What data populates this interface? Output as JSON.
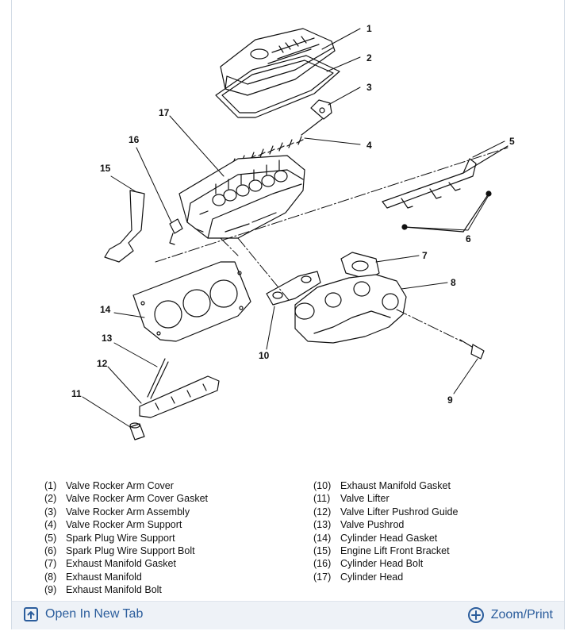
{
  "callouts": [
    "1",
    "2",
    "3",
    "4",
    "5",
    "6",
    "7",
    "8",
    "9",
    "10",
    "11",
    "12",
    "13",
    "14",
    "15",
    "16",
    "17"
  ],
  "legend_left": [
    {
      "num": "(1)",
      "label": "Valve Rocker Arm Cover"
    },
    {
      "num": "(2)",
      "label": "Valve Rocker Arm Cover Gasket"
    },
    {
      "num": "(3)",
      "label": "Valve Rocker Arm Assembly"
    },
    {
      "num": "(4)",
      "label": "Valve Rocker Arm Support"
    },
    {
      "num": "(5)",
      "label": "Spark Plug Wire Support"
    },
    {
      "num": "(6)",
      "label": "Spark Plug Wire Support Bolt"
    },
    {
      "num": "(7)",
      "label": "Exhaust Manifold Gasket"
    },
    {
      "num": "(8)",
      "label": "Exhaust Manifold"
    },
    {
      "num": "(9)",
      "label": "Exhaust Manifold Bolt"
    }
  ],
  "legend_right": [
    {
      "num": "(10)",
      "label": "Exhaust Manifold Gasket"
    },
    {
      "num": "(11)",
      "label": "Valve Lifter"
    },
    {
      "num": "(12)",
      "label": "Valve Lifter Pushrod Guide"
    },
    {
      "num": "(13)",
      "label": "Valve Pushrod"
    },
    {
      "num": "(14)",
      "label": "Cylinder Head Gasket"
    },
    {
      "num": "(15)",
      "label": "Engine Lift Front Bracket"
    },
    {
      "num": "(16)",
      "label": "Cylinder Head Bolt"
    },
    {
      "num": "(17)",
      "label": "Cylinder Head"
    }
  ],
  "footer": {
    "open_label": "Open In New Tab",
    "open_icon": "open-in-new-tab-icon",
    "zoom_label": "Zoom/Print",
    "zoom_icon": "zoom-plus-icon",
    "link_color": "#2b5d9c"
  }
}
